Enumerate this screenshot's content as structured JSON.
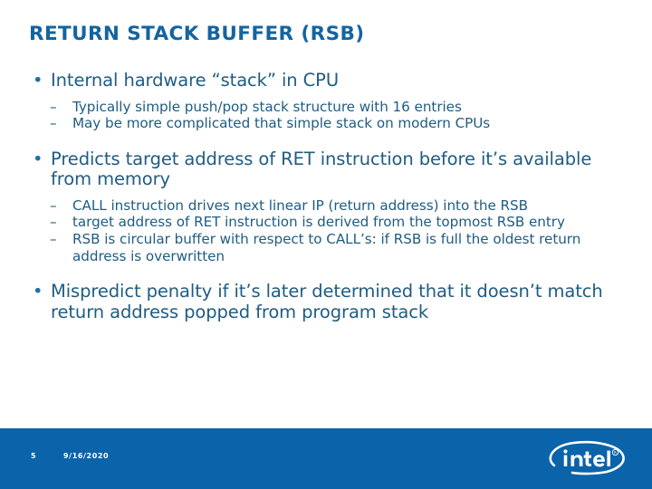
{
  "slide": {
    "title": "RETURN STACK BUFFER (RSB)",
    "content": [
      {
        "level1": "Internal hardware “stack” in CPU",
        "marker": "•",
        "sub": [
          {
            "marker": "–",
            "text": "Typically simple push/pop stack structure with 16 entries"
          },
          {
            "marker": "–",
            "text": "May be more complicated that simple stack on modern CPUs"
          }
        ]
      },
      {
        "level1": "Predicts target address of RET instruction before it’s available from memory",
        "marker": "•",
        "sub": [
          {
            "marker": "–",
            "text": "CALL instruction drives next linear IP (return address) into the RSB"
          },
          {
            "marker": "–",
            "text": "target address of RET instruction is derived from the topmost RSB entry"
          },
          {
            "marker": "–",
            "text": "RSB is circular buffer with respect to CALL’s: if RSB is full the oldest return address is overwritten"
          }
        ]
      },
      {
        "level1": "Mispredict penalty if it’s later determined that it doesn’t match return address popped from program stack",
        "marker": "•",
        "sub": []
      }
    ]
  },
  "footer": {
    "page_number": "5",
    "date": "9/16/2020",
    "logo_text": "intel",
    "logo_trademark": "®"
  },
  "colors": {
    "title_blue": "#1464A0",
    "body_blue": "#1F5C82",
    "footer_bar": "#0B63A9",
    "background": "#ffffff"
  }
}
